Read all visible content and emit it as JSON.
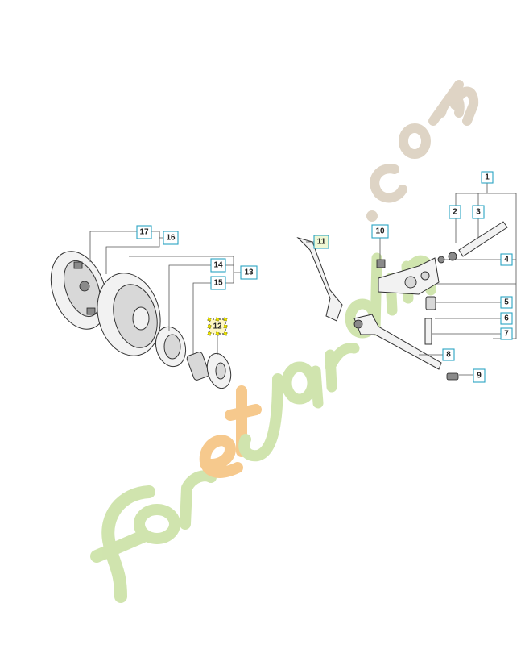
{
  "watermark": {
    "text": "foretjardin.com",
    "colors": {
      "green": "#c8e0a0",
      "orange": "#f5c07a",
      "tan": "#d9cdbb"
    }
  },
  "colors": {
    "callout_border": "#2aa4c4",
    "selected_fill": "#fff8c4",
    "line": "#555555"
  },
  "callouts": [
    {
      "id": "1",
      "label": "1"
    },
    {
      "id": "2",
      "label": "2"
    },
    {
      "id": "3",
      "label": "3"
    },
    {
      "id": "4",
      "label": "4"
    },
    {
      "id": "5",
      "label": "5"
    },
    {
      "id": "6",
      "label": "6"
    },
    {
      "id": "7",
      "label": "7"
    },
    {
      "id": "8",
      "label": "8"
    },
    {
      "id": "9",
      "label": "9"
    },
    {
      "id": "10",
      "label": "10"
    },
    {
      "id": "11",
      "label": "11"
    },
    {
      "id": "12",
      "label": "12"
    },
    {
      "id": "13",
      "label": "13"
    },
    {
      "id": "14",
      "label": "14"
    },
    {
      "id": "15",
      "label": "15"
    },
    {
      "id": "16",
      "label": "16"
    },
    {
      "id": "17",
      "label": "17"
    }
  ],
  "selected_callout": "12"
}
